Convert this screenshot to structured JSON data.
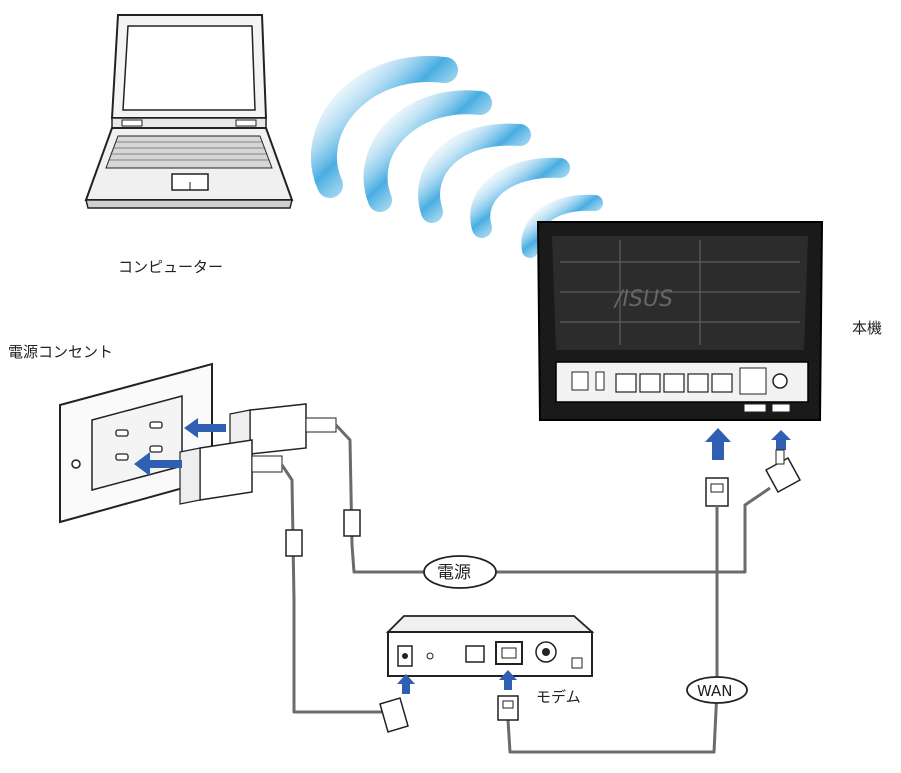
{
  "labels": {
    "computer": "コンピューター",
    "router": "本機",
    "outlet": "電源コンセント",
    "power": "電源",
    "modem": "モデム",
    "wan": "WAN"
  },
  "colors": {
    "wave": "#3fa9e0",
    "arrow": "#2f5fb3",
    "device": "#1a1a1a",
    "cable": "#6b6b6b"
  },
  "icons": {
    "computer": "laptop-icon",
    "router": "router-icon",
    "outlet": "wall-outlet-icon",
    "modem": "modem-icon",
    "wifi": "wifi-waves-icon"
  }
}
